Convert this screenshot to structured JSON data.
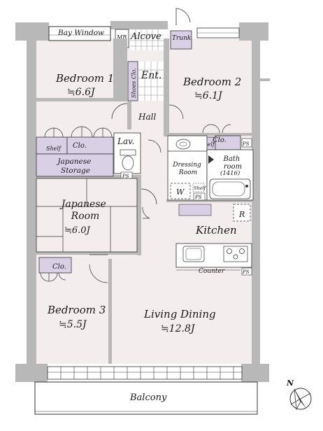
{
  "rooms": {
    "bay_window": "Bay Window",
    "mb": "MB",
    "alcove": "Alcove",
    "trunk": "Trunk",
    "bedroom1": {
      "name": "Bedroom 1",
      "area": "≒6.6J"
    },
    "bedroom2": {
      "name": "Bedroom 2",
      "area": "≒6.1J"
    },
    "shoes_closet": "Shoes Clo.",
    "entrance": "Ent.",
    "hall": "Hall",
    "shelf_left": "Shelf",
    "closet_left": "Clo.",
    "lavatory": "Lav.",
    "closet_right": "Clo.",
    "shelf_right": "Shelf",
    "ps_1": "PS",
    "japanese_storage": "Japanese Storage",
    "ps_2": "PS",
    "dressing_room": "Dressing Room",
    "bathroom": "Bath room",
    "bathroom_size": "(1416)",
    "washer": "W",
    "shelf_dressing": "Shelf",
    "ps_3": "PS",
    "japanese_room": {
      "name": "Japanese Room",
      "area": "≒6.0J"
    },
    "refrigerator": "R",
    "kitchen": "Kitchen",
    "closet_bedroom3": "Clo.",
    "counter": "Counter",
    "ps_4": "PS",
    "bedroom3": {
      "name": "Bedroom 3",
      "area": "≒5.5J"
    },
    "living_dining": {
      "name": "Living Dining",
      "area": "≒12.8J"
    },
    "balcony": "Balcony"
  },
  "compass": {
    "label": "N"
  },
  "colors": {
    "floor": "#f4edee",
    "wall": "#b8b8b8",
    "wall_dark": "#9a9a9a",
    "storage": "#d9d0e6",
    "line": "#333333",
    "tatami": "#f4edee"
  }
}
